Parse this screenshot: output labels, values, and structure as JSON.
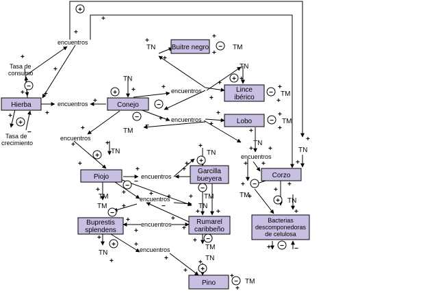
{
  "nodes": {
    "hierba": "Hierba",
    "conejo": "Conejo",
    "buitre": "Buitre negro",
    "lince_1": "Lince",
    "lince_2": "ibérico",
    "lobo": "Lobo",
    "piojo": "Piojo",
    "garcilla_1": "Garcilla",
    "garcilla_2": "bueyera",
    "corzo": "Corzo",
    "bupr_1": "Buprestis",
    "bupr_2": "splendens",
    "rumarel_1": "Rumarel",
    "rumarel_2": "caribbeño",
    "bact_1": "Bacterias",
    "bact_2": "descomponedoras",
    "bact_3": "de celulosa",
    "pino": "Pino"
  },
  "labels": {
    "encuentros": "encuentros",
    "tasa_consumo_1": "Tasa de",
    "tasa_consumo_2": "consumo",
    "tasa_crec_1": "Tasa de",
    "tasa_crec_2": "crecimiento",
    "tn": "TN",
    "tm": "TM",
    "plus": "+",
    "minus": "−",
    "loop_plus": "+",
    "loop_minus": "−"
  },
  "colors": {
    "node_fill": "#c9bfe3",
    "stroke": "#000000"
  }
}
